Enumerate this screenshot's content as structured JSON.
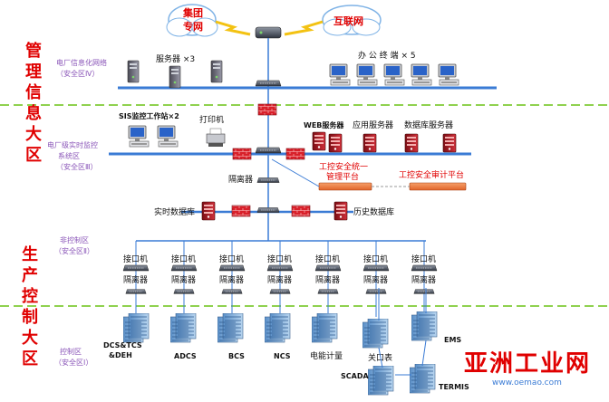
{
  "big_labels": {
    "mgmt_zone": [
      "管",
      "理",
      "信",
      "息",
      "大",
      "区"
    ],
    "prod_zone": [
      "生",
      "产",
      "控",
      "制",
      "大",
      "区"
    ]
  },
  "zones": {
    "zone4": [
      "电厂信息化网络",
      "（安全区Ⅳ）"
    ],
    "zone3": [
      "电厂级实时监控",
      "系统区",
      "（安全区Ⅲ）"
    ],
    "zone2": [
      "非控制区",
      "（安全区Ⅱ）"
    ],
    "zone1": [
      "控制区",
      "（安全区Ⅰ）"
    ]
  },
  "clouds": {
    "group_net": [
      "集团",
      "专网"
    ],
    "internet": "互联网"
  },
  "top": {
    "servers": "服务器 ×3",
    "office": "办 公 终 端 × 5"
  },
  "zone3_nodes": {
    "sis": "SIS监控工作站×2",
    "printer": "打印机",
    "web": "WEB服务器",
    "app": "应用服务器",
    "db": "数据库服务器",
    "mgmt_platform": [
      "工控安全统一",
      "管理平台"
    ],
    "audit_platform": "工控安全审计平台",
    "isolator": "隔离器",
    "rtdb": "实时数据库",
    "histdb": "历史数据库"
  },
  "interfaces": {
    "interface_label": "接口机",
    "isolator_label": "隔离器",
    "count": 7
  },
  "control": {
    "dcs": [
      "DCS&TCS",
      "&DEH"
    ],
    "adcs": "ADCS",
    "bcs": "BCS",
    "ncs": "NCS",
    "energy": "电能计量",
    "gateway": "关口表",
    "scada": "SCADA",
    "ems": "EMS",
    "termis": "TERMIS"
  },
  "watermark": {
    "title": "亚洲工业网",
    "url": "www.oemao.com"
  },
  "colors": {
    "red": "#e00000",
    "bus": "#3a7bd5",
    "divider": "#8fd14f",
    "zone_text": "#8a55b8",
    "firewall": "#d8202a"
  }
}
